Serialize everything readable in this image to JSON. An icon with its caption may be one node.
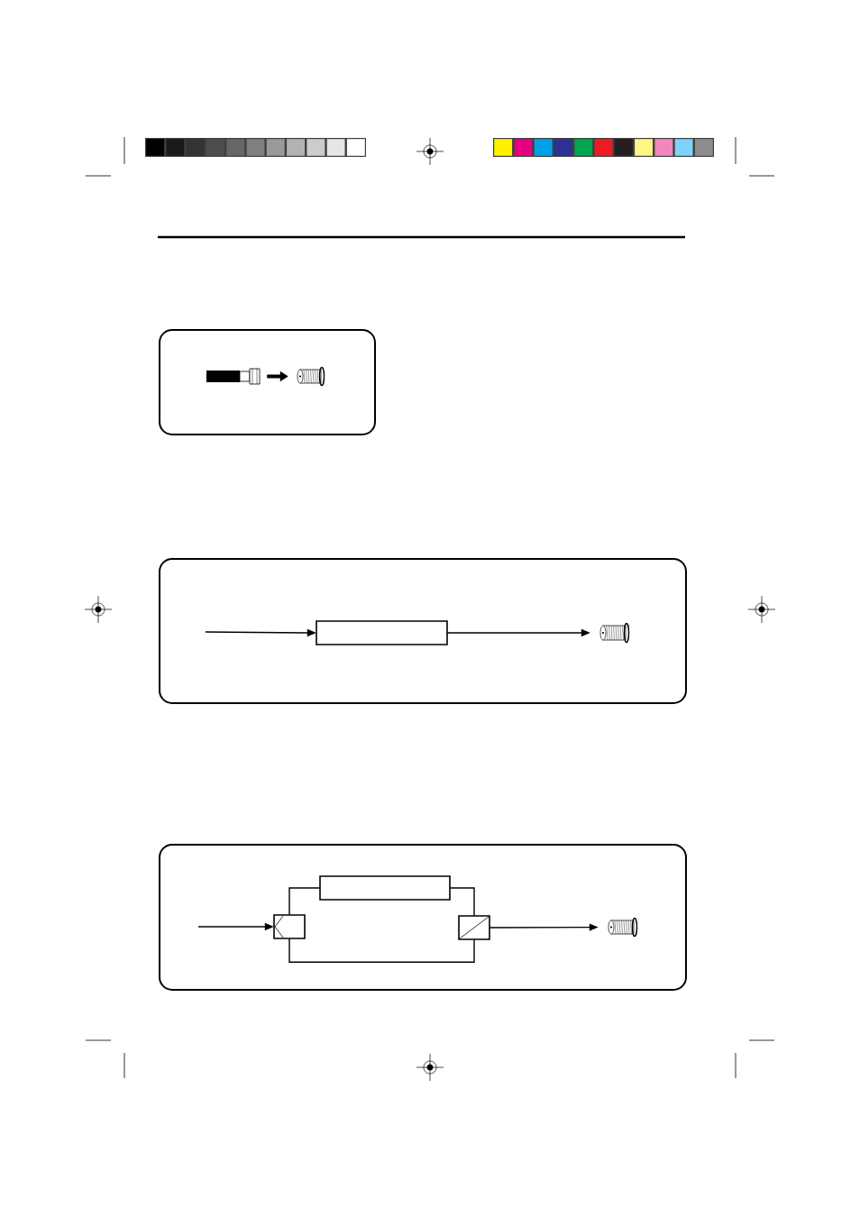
{
  "diagram": {
    "nodes": [
      {
        "text": [],
        "shape": "box"
      },
      {
        "text": [],
        "shape": "plug",
        "in": 0
      },
      {
        "text": [],
        "shape": "socket",
        "in": 0
      },
      {
        "text": [],
        "shape": "box"
      },
      {
        "text": [],
        "shape": "box",
        "in": 3
      },
      {
        "text": [],
        "shape": "socket",
        "in": 3
      },
      {
        "text": [],
        "shape": "box"
      },
      {
        "text": [],
        "shape": "splitter",
        "in": 6
      },
      {
        "text": [],
        "shape": "box",
        "in": 6
      },
      {
        "text": [],
        "shape": "combiner",
        "in": 6
      },
      {
        "text": [],
        "shape": "socket",
        "in": 6
      }
    ],
    "edges": [
      {
        "from": 1,
        "to": 2,
        "arrow": "to",
        "style": "thick"
      },
      {
        "from": null,
        "to": 4,
        "arrow": "to"
      },
      {
        "from": 4,
        "to": 5,
        "arrow": "to"
      },
      {
        "from": null,
        "to": 7,
        "arrow": "to"
      },
      {
        "from": 7,
        "to": 8,
        "arrow": "none"
      },
      {
        "from": 8,
        "to": 9,
        "arrow": "none"
      },
      {
        "from": 7,
        "to": 9,
        "arrow": "none"
      },
      {
        "from": 9,
        "to": 10,
        "arrow": "to"
      }
    ]
  }
}
